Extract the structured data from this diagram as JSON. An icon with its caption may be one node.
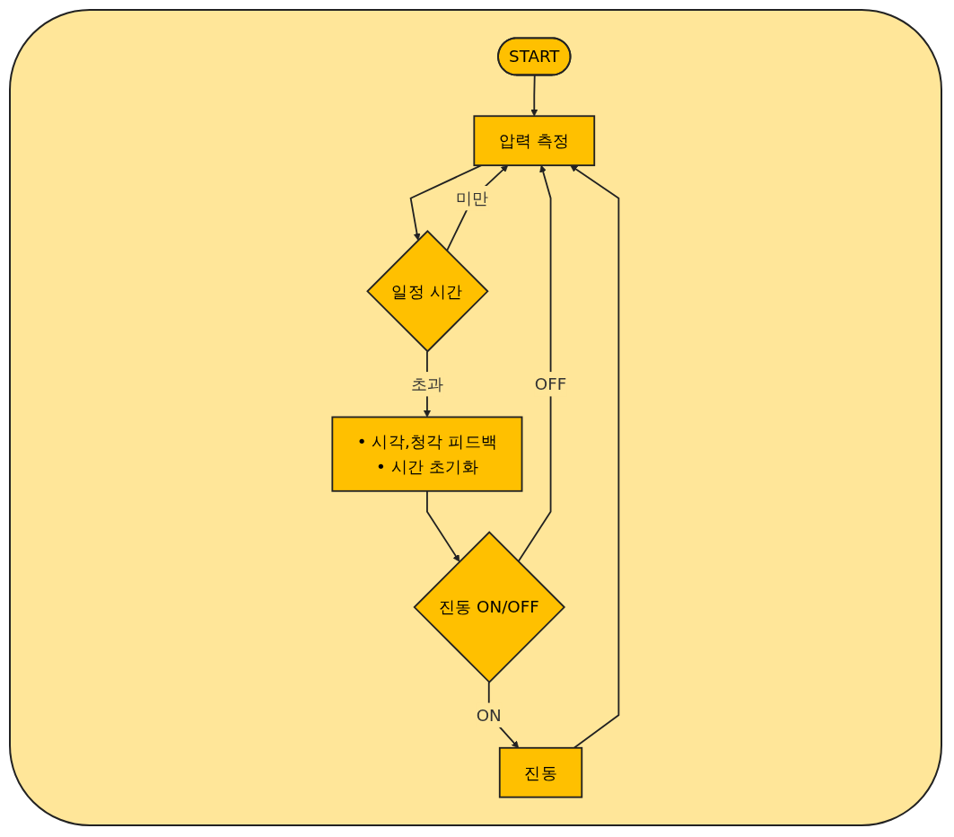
{
  "diagram": {
    "nodes": [
      {
        "text": [
          "START"
        ]
      },
      {
        "text": [
          "압력 측정"
        ]
      },
      {
        "text": [
          "일정 시간"
        ]
      },
      {
        "text": [
          "• 시각,청각 피드백",
          "• 시간 초기화"
        ]
      },
      {
        "text": [
          "진동 ON/OFF"
        ]
      },
      {
        "text": [
          "진동"
        ]
      }
    ],
    "edges": [
      {
        "from": 0,
        "to": 1,
        "arrow": "to"
      },
      {
        "from": 1,
        "to": 2,
        "arrow": "to"
      },
      {
        "from": 2,
        "to": 1,
        "arrow": "to",
        "label": "미만"
      },
      {
        "from": 2,
        "to": 3,
        "arrow": "to",
        "label": "초과"
      },
      {
        "from": 3,
        "to": 4,
        "arrow": "to"
      },
      {
        "from": 4,
        "to": 1,
        "arrow": "to",
        "label": "OFF"
      },
      {
        "from": 4,
        "to": 5,
        "arrow": "to",
        "label": "ON"
      },
      {
        "from": 5,
        "to": 1,
        "arrow": "to"
      }
    ]
  }
}
